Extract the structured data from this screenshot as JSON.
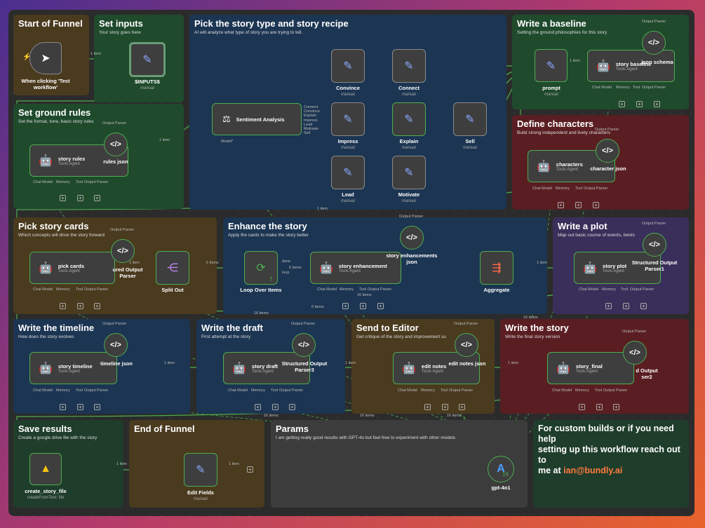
{
  "sections": {
    "start": {
      "title": "Start of Funnel"
    },
    "inputs": {
      "title": "Set inputs",
      "desc": "Your story goes here"
    },
    "pick_type": {
      "title": "Pick the story type and story recipe",
      "desc": "AI will analyze what type of story you are trying to tell."
    },
    "baseline": {
      "title": "Write a baseline",
      "desc": "Setting the ground philosophies for this story"
    },
    "ground": {
      "title": "Set ground rules",
      "desc": "Set the format, tone, basic story rules"
    },
    "characters": {
      "title": "Define characters",
      "desc": "Build strong independent and lively characters"
    },
    "cards": {
      "title": "Pick story cards",
      "desc": "Which concepts will drive the story forward"
    },
    "enhance": {
      "title": "Enhance the story",
      "desc": "Apply the cards to make the story better"
    },
    "plot": {
      "title": "Write a plot",
      "desc": "Map out basic course of events, twists"
    },
    "timeline": {
      "title": "Write the timeline",
      "desc": "How does the story evolves"
    },
    "draft": {
      "title": "Write the draft",
      "desc": "First attempt at the story"
    },
    "editor": {
      "title": "Send to Editor",
      "desc": "Get critique of the story and improvement su"
    },
    "story": {
      "title": "Write the story",
      "desc": "Write the final story version"
    },
    "save": {
      "title": "Save results",
      "desc": "Create a google drive file with the story"
    },
    "end": {
      "title": "End of Funnel"
    },
    "params": {
      "title": "Params",
      "desc": "I am getting really good results with GPT-4o but feel free to experiment with other models"
    }
  },
  "cta": {
    "line1": "For custom builds or if you need help",
    "line2": "setting up this workflow reach out to",
    "line3_prefix": "me at ",
    "email": "ian@bundly.ai"
  },
  "nodes": {
    "trigger": {
      "label": "When clicking 'Test",
      "label2": "workflow'"
    },
    "inputs": {
      "label": "$INPUTS$",
      "sub": "manual"
    },
    "sentiment": {
      "label": "Sentiment Analysis",
      "model": "Model*",
      "outputs": [
        "Connect",
        "Convince",
        "Explain",
        "Impress",
        "Lead",
        "Motivate",
        "Sell"
      ]
    },
    "convince": {
      "label": "Convince",
      "sub": "manual"
    },
    "connect": {
      "label": "Connect",
      "sub": "manual"
    },
    "impress": {
      "label": "Impress",
      "sub": "manual"
    },
    "explain": {
      "label": "Explain",
      "sub": "manual"
    },
    "sell": {
      "label": "Sell",
      "sub": "manual"
    },
    "lead": {
      "label": "Lead",
      "sub": "manual"
    },
    "motivate": {
      "label": "Motivate",
      "sub": "manual"
    },
    "prompt": {
      "label": "prompt",
      "sub": "manual"
    },
    "story_baseline": {
      "label": "story baseline",
      "sub": "Tools Agent",
      "parser": "json schema"
    },
    "story_rules": {
      "label": "story rules",
      "sub": "Tools Agent",
      "parser": "rules json"
    },
    "characters": {
      "label": "characters",
      "sub": "Tools Agent",
      "parser": "character json"
    },
    "pick_cards": {
      "label": "pick cards",
      "sub": "Tools Agent",
      "parser": "ured Output",
      "parser2": "Parser"
    },
    "split_out": {
      "label": "Split Out"
    },
    "loop": {
      "label": "Loop Over Items",
      "done": "done",
      "loopl": "loop"
    },
    "story_enh": {
      "label": "story enhancement",
      "sub": "Tools Agent",
      "parser": "story enhancements",
      "parser2": "json"
    },
    "aggregate": {
      "label": "Aggregate"
    },
    "story_plot": {
      "label": "story plot",
      "sub": "Tools Agent",
      "parser": "Structured Output",
      "parser2": "Parser1"
    },
    "timeline": {
      "label": "story timeline",
      "sub": "Tools Agent",
      "parser": "timeline json"
    },
    "draft": {
      "label": "story draft",
      "sub": "Tools Agent",
      "parser": "Structured Output",
      "parser2": "Parser3"
    },
    "edit_notes": {
      "label": "edit notes",
      "sub": "Tools Agent",
      "parser": "edit notes json"
    },
    "story_final": {
      "label": "story_final",
      "sub": "Tools Agent",
      "parser": "d Output",
      "parser2": "ser2"
    },
    "create_file": {
      "label": "create_story_file",
      "sub": "createFromText: file"
    },
    "edit_fields": {
      "label": "Edit Fields",
      "sub": "manual"
    },
    "gpt": {
      "label": "gpt-4o1",
      "count": "16"
    }
  },
  "ports": {
    "chat_model": "Chat Model",
    "memory": "Memory",
    "tool": "Tool",
    "output_parser": "Output Parser",
    "model": "Model"
  },
  "edge_labels": {
    "one": "1 item",
    "six": "6 items",
    "sixteen": "16 items"
  },
  "badges": {
    "seven": "7",
    "six": "6",
    "sixteen": "16"
  },
  "colors": {
    "accent": "#4caf50",
    "brand": "#ff7a3d"
  }
}
